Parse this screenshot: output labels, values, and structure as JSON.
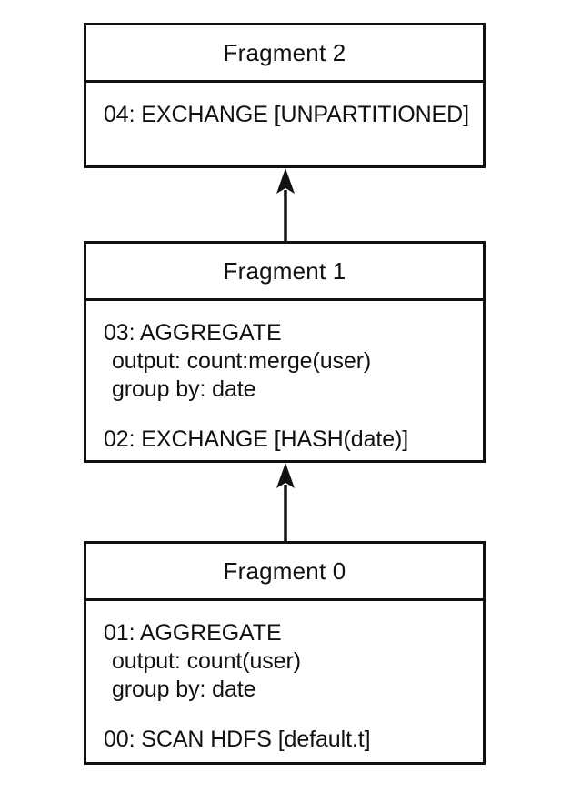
{
  "diagram": {
    "type": "query-execution-plan",
    "fragments": [
      {
        "id": "fragment-2",
        "title": "Fragment 2",
        "nodes": [
          {
            "id": "04",
            "lines": [
              {
                "text": "04: EXCHANGE [UNPARTITIONED]",
                "indent": false
              }
            ]
          }
        ]
      },
      {
        "id": "fragment-1",
        "title": "Fragment 1",
        "nodes": [
          {
            "id": "03",
            "lines": [
              {
                "text": "03: AGGREGATE",
                "indent": false
              },
              {
                "text": "output: count:merge(user)",
                "indent": true
              },
              {
                "text": "group by: date",
                "indent": true
              }
            ]
          },
          {
            "id": "02",
            "lines": [
              {
                "text": "02: EXCHANGE [HASH(date)]",
                "indent": false
              }
            ]
          }
        ]
      },
      {
        "id": "fragment-0",
        "title": "Fragment 0",
        "nodes": [
          {
            "id": "01",
            "lines": [
              {
                "text": "01: AGGREGATE",
                "indent": false
              },
              {
                "text": "output: count(user)",
                "indent": true
              },
              {
                "text": "group by: date",
                "indent": true
              }
            ]
          },
          {
            "id": "00",
            "lines": [
              {
                "text": "00: SCAN HDFS [default.t]",
                "indent": false
              }
            ]
          }
        ]
      }
    ],
    "arrows": [
      {
        "id": "arrow-frag0-frag1",
        "from": "Fragment 0",
        "to": "Fragment 1",
        "direction": "up"
      },
      {
        "id": "arrow-frag1-frag2",
        "from": "Fragment 1",
        "to": "Fragment 2",
        "direction": "up"
      }
    ],
    "colors": {
      "stroke": "#111111",
      "background": "#ffffff",
      "text": "#111111"
    }
  }
}
